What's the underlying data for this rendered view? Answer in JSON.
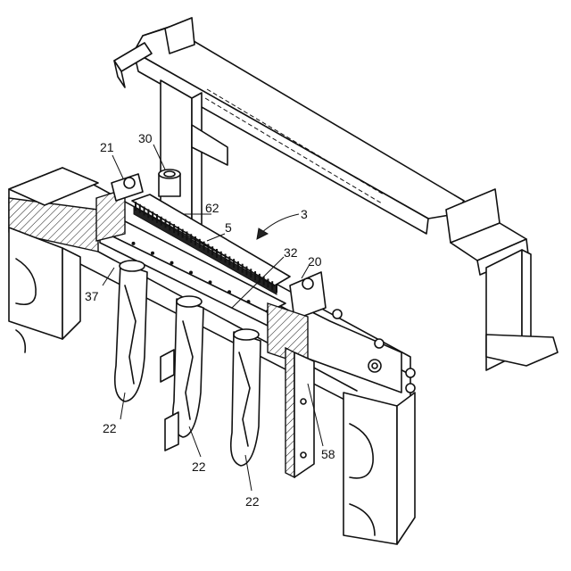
{
  "labels": {
    "l21": "21",
    "l30": "30",
    "l62": "62",
    "l5": "5",
    "l3": "3",
    "l32": "32",
    "l20": "20",
    "l37": "37",
    "l22a": "22",
    "l22b": "22",
    "l22c": "22",
    "l58": "58"
  }
}
